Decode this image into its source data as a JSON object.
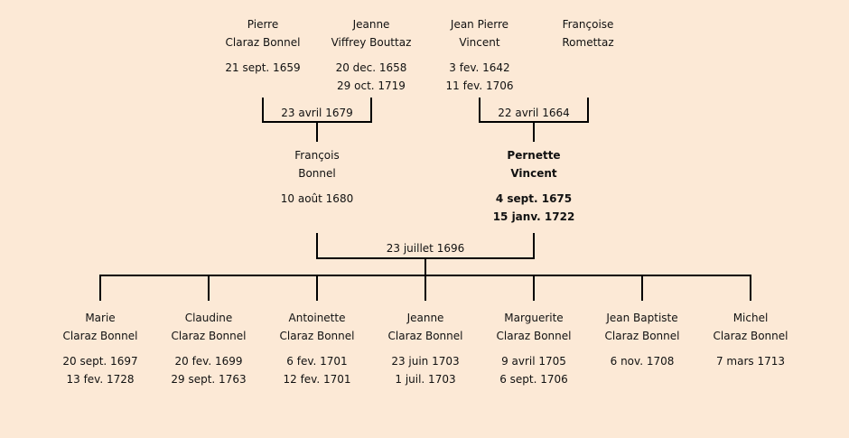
{
  "grandparents": [
    {
      "first": "Pierre",
      "last": "Claraz Bonnel",
      "born": "21 sept. 1659",
      "died": ""
    },
    {
      "first": "Jeanne",
      "last": "Viffrey Bouttaz",
      "born": "20 dec. 1658",
      "died": "29 oct. 1719"
    },
    {
      "first": "Jean Pierre",
      "last": "Vincent",
      "born": "3 fev. 1642",
      "died": "11 fev. 1706"
    },
    {
      "first": "Françoise",
      "last": "Romettaz",
      "born": "",
      "died": ""
    }
  ],
  "marriages": {
    "left": "23 avril 1679",
    "right": "22 avril 1664",
    "parents": "23 juillet 1696"
  },
  "parents": [
    {
      "first": "François",
      "last": "Bonnel",
      "born": "10 août 1680",
      "died": ""
    },
    {
      "first": "Pernette",
      "last": "Vincent",
      "born": "4 sept. 1675",
      "died": "15 janv. 1722"
    }
  ],
  "children": [
    {
      "first": "Marie",
      "last": "Claraz Bonnel",
      "born": "20 sept. 1697",
      "died": "13 fev. 1728"
    },
    {
      "first": "Claudine",
      "last": "Claraz Bonnel",
      "born": "20 fev. 1699",
      "died": "29 sept. 1763"
    },
    {
      "first": "Antoinette",
      "last": "Claraz Bonnel",
      "born": "6 fev. 1701",
      "died": "12 fev. 1701"
    },
    {
      "first": "Jeanne",
      "last": "Claraz Bonnel",
      "born": "23 juin 1703",
      "died": "1 juil. 1703"
    },
    {
      "first": "Marguerite",
      "last": "Claraz Bonnel",
      "born": "9 avril 1705",
      "died": "6 sept. 1706"
    },
    {
      "first": "Jean Baptiste",
      "last": "Claraz Bonnel",
      "born": "6 nov. 1708",
      "died": ""
    },
    {
      "first": "Michel",
      "last": "Claraz Bonnel",
      "born": "7 mars 1713",
      "died": ""
    }
  ]
}
